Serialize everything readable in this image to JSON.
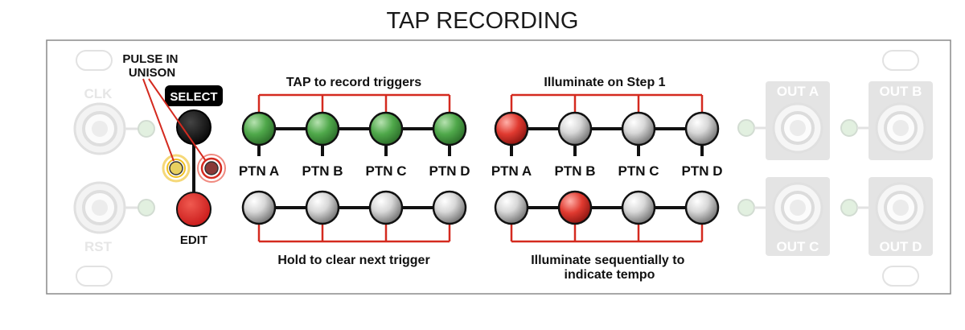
{
  "title": "TAP RECORDING",
  "annotations": {
    "pulse": "PULSE IN\nUNISON",
    "select": "SELECT",
    "edit": "EDIT",
    "tap": "TAP to record triggers",
    "hold": "Hold to clear next trigger",
    "illuminate_step1": "Illuminate on Step 1",
    "illuminate_tempo": "Illuminate sequentially to\nindicate tempo"
  },
  "jacks": {
    "clk": "CLK",
    "rst": "RST",
    "out_a": "OUT A",
    "out_b": "OUT B",
    "out_c": "OUT C",
    "out_d": "OUT D"
  },
  "left_group": {
    "labels": [
      "PTN A",
      "PTN B",
      "PTN C",
      "PTN D"
    ],
    "top_buttons": [
      "green",
      "green",
      "green",
      "green"
    ],
    "bottom_buttons": [
      "white",
      "white",
      "white",
      "white"
    ]
  },
  "right_group": {
    "labels": [
      "PTN A",
      "PTN B",
      "PTN C",
      "PTN D"
    ],
    "top_buttons": [
      "red",
      "white",
      "white",
      "white"
    ],
    "bottom_buttons": [
      "white",
      "red",
      "white",
      "white"
    ]
  },
  "colors": {
    "bracket": "#d42a1f",
    "green": "#3a9e3a",
    "red": "#d92020",
    "pulse_ring": "#f0c020",
    "select_bg": "#000000",
    "ghost": "#e4e4e4"
  }
}
